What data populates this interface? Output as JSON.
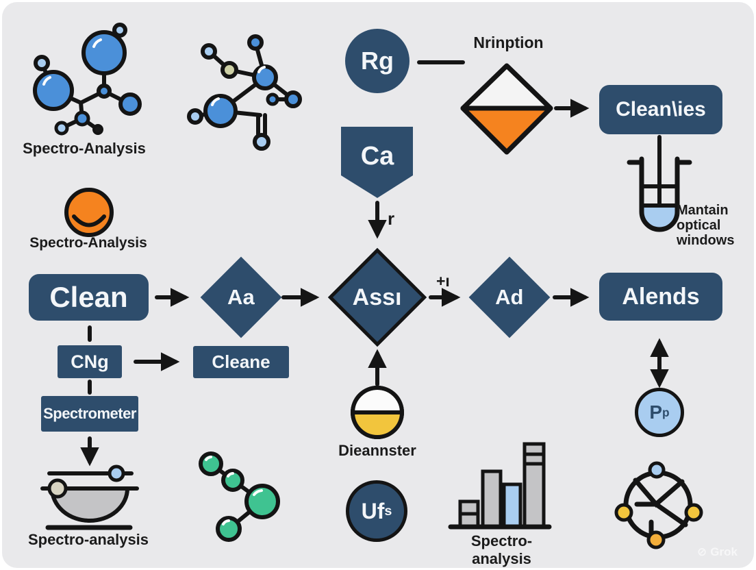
{
  "colors": {
    "background": "#e9e9eb",
    "navy": "#2e4d6c",
    "orange": "#f5831f",
    "yellow": "#f2c53d",
    "green": "#3fc391",
    "mid_blue": "#4b90d9",
    "light_blue": "#a9cdf0",
    "gray": "#c4c4c6",
    "ink": "#151515"
  },
  "nodes": {
    "rg": {
      "label": "Rg"
    },
    "ca": {
      "label": "Ca"
    },
    "clean": {
      "label": "Clean"
    },
    "aa": {
      "label": "Aa"
    },
    "assi": {
      "label": "Assı"
    },
    "ad": {
      "label": "Ad"
    },
    "alends": {
      "label": "Alends"
    },
    "cleanlies": {
      "label": "Clean\\ies"
    },
    "cng": {
      "label": "CNg"
    },
    "cleane": {
      "label": "Cleane"
    },
    "spectrometer": {
      "label": "Spectrometer"
    },
    "ufs": {
      "main": "Uf",
      "sub": "s"
    },
    "pp": {
      "main": "P",
      "sub": "p"
    }
  },
  "edge_labels": {
    "r": "r",
    "plus_i": "+ı"
  },
  "captions": {
    "molecule1": "Spectro-Analysis",
    "orange_face": "Spectro-Analysis",
    "nrinption": "Nrinption",
    "maintain": "Mantain\noptical\nwindows",
    "dieannster": "Dieannster",
    "dish": "Spectro-analysis",
    "bar_chart": "Spectro-analysis"
  },
  "watermark": {
    "icon": "⊘",
    "label": "Grok"
  }
}
